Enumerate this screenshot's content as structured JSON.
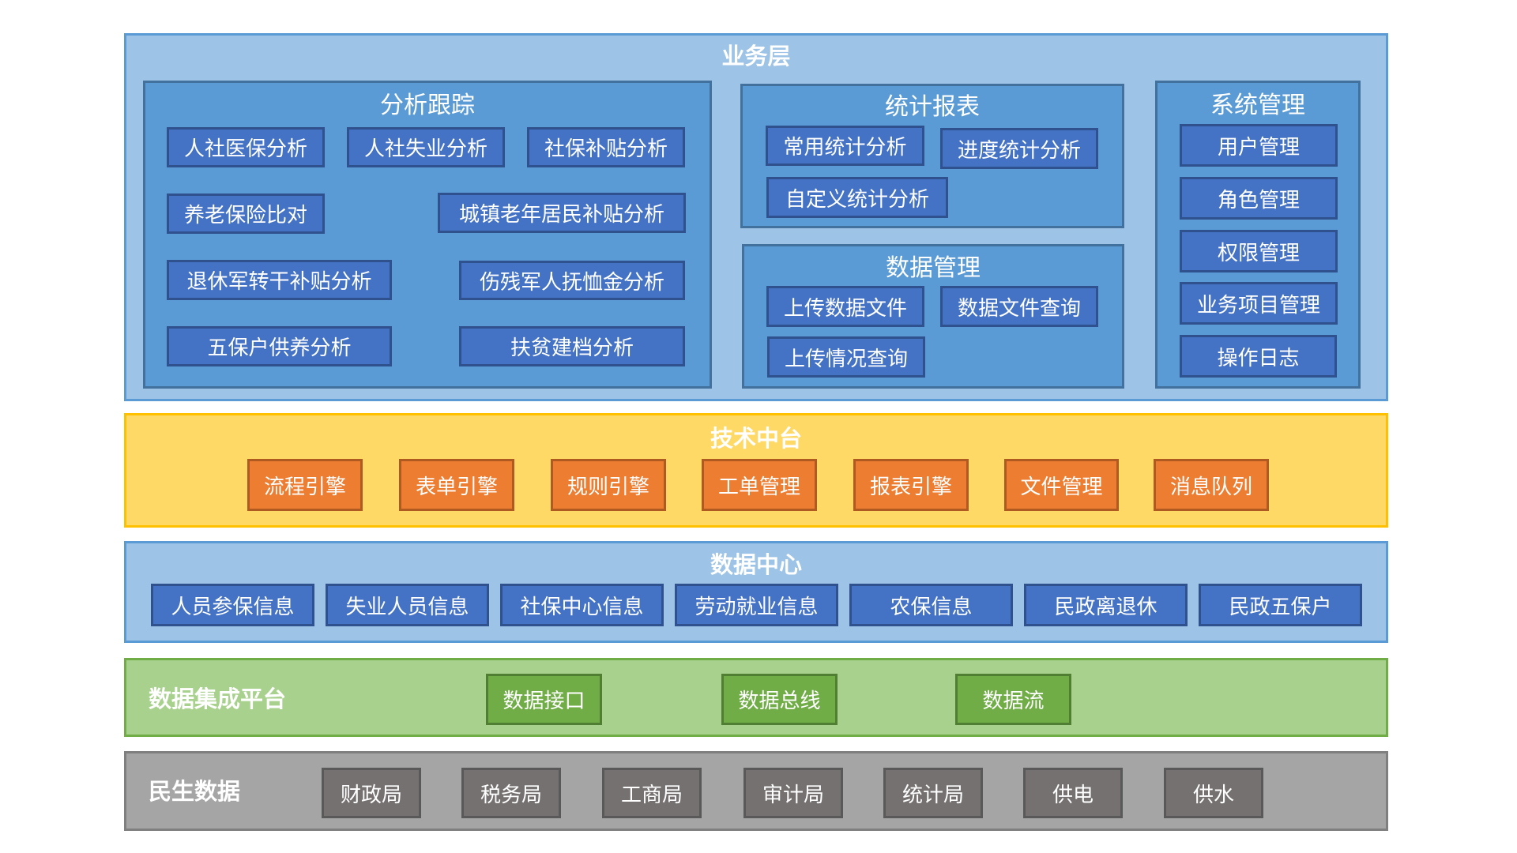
{
  "business_layer": {
    "title": "业务层",
    "analysis_tracking": {
      "title": "分析跟踪",
      "items": [
        "人社医保分析",
        "人社失业分析",
        "社保补贴分析",
        "养老保险比对",
        "城镇老年居民补贴分析",
        "退休军转干补贴分析",
        "伤残军人抚恤金分析",
        "五保户供养分析",
        "扶贫建档分析"
      ]
    },
    "statistics_reports": {
      "title": "统计报表",
      "items": [
        "常用统计分析",
        "进度统计分析",
        "自定义统计分析"
      ]
    },
    "data_management": {
      "title": "数据管理",
      "items": [
        "上传数据文件",
        "数据文件查询",
        "上传情况查询"
      ]
    },
    "system_management": {
      "title": "系统管理",
      "items": [
        "用户管理",
        "角色管理",
        "权限管理",
        "业务项目管理",
        "操作日志"
      ]
    }
  },
  "tech_platform": {
    "title": "技术中台",
    "items": [
      "流程引擎",
      "表单引擎",
      "规则引擎",
      "工单管理",
      "报表引擎",
      "文件管理",
      "消息队列"
    ]
  },
  "data_center": {
    "title": "数据中心",
    "items": [
      "人员参保信息",
      "失业人员信息",
      "社保中心信息",
      "劳动就业信息",
      "农保信息",
      "民政离退休",
      "民政五保户"
    ]
  },
  "integration_platform": {
    "title": "数据集成平台",
    "items": [
      "数据接口",
      "数据总线",
      "数据流"
    ]
  },
  "livelihood_data": {
    "title": "民生数据",
    "items": [
      "财政局",
      "税务局",
      "工商局",
      "审计局",
      "统计局",
      "供电",
      "供水"
    ]
  },
  "colors": {
    "business_layer_bg": "#9dc3e6",
    "panel_bg": "#5b9bd5",
    "button_blue": "#4472c4",
    "tech_layer_bg": "#ffd966",
    "button_orange": "#ed7d31",
    "integration_bg": "#a9d18e",
    "button_green": "#70ad47",
    "livelihood_bg": "#a5a5a5",
    "button_gray": "#767171"
  }
}
